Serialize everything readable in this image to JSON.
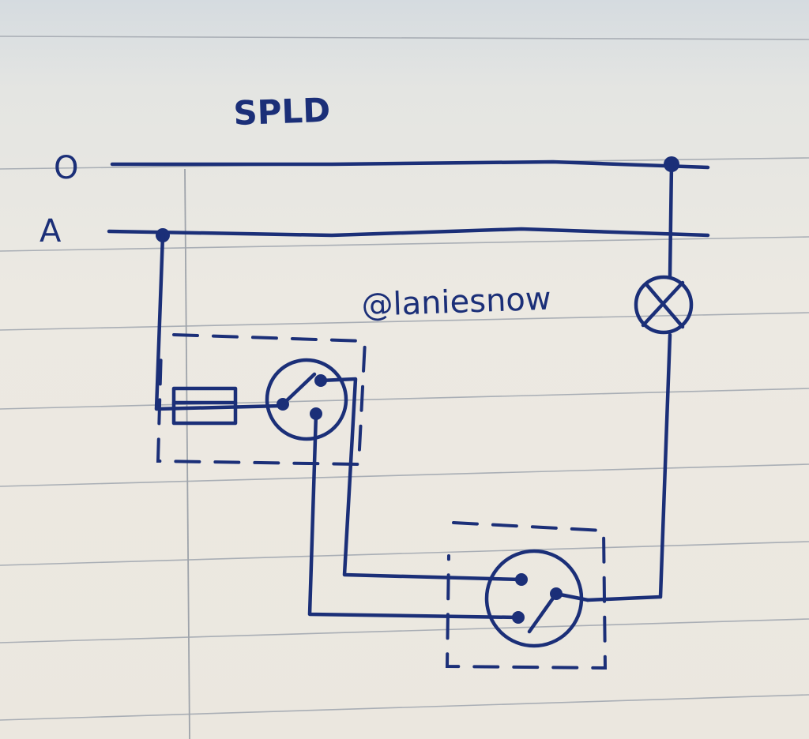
{
  "diagram": {
    "title": "SPLD",
    "watermark": "@laniesnow",
    "lines": [
      {
        "id": "neutral",
        "label": "O"
      },
      {
        "id": "active",
        "label": "A"
      }
    ],
    "components": [
      {
        "id": "switch-1",
        "type": "two-way switch with indicator"
      },
      {
        "id": "switch-2",
        "type": "two-way switch"
      },
      {
        "id": "lamp",
        "type": "lamp"
      }
    ],
    "colors": {
      "ink": "#1b2f78",
      "paper": "#ebe7df",
      "rule": "#a9aeb5"
    }
  }
}
